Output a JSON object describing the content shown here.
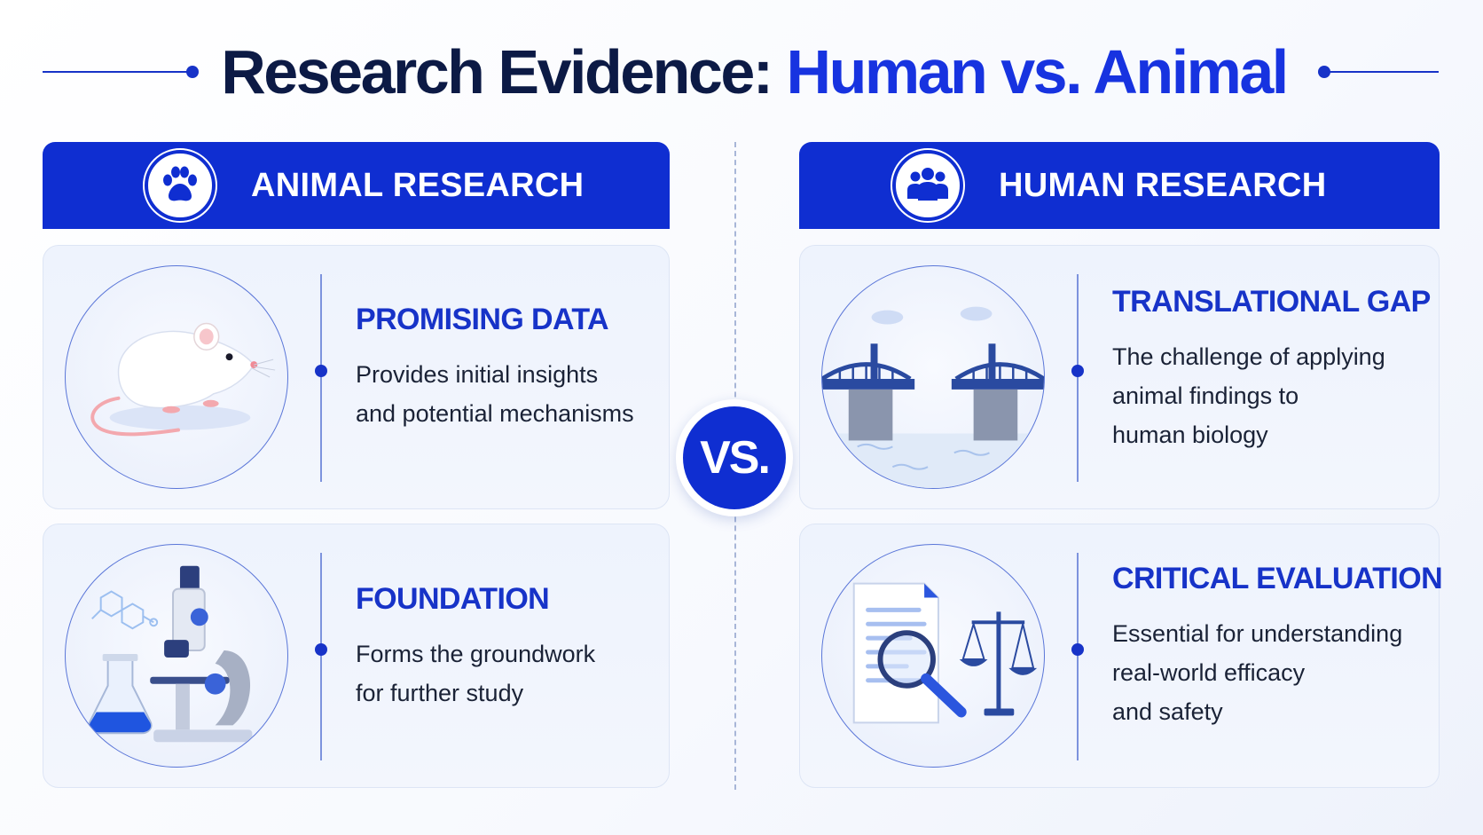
{
  "title": {
    "part1": "Research Evidence: ",
    "part2": "Human vs. Animal"
  },
  "columns": {
    "left": {
      "label": "ANIMAL RESEARCH",
      "icon": "paw-icon"
    },
    "right": {
      "label": "HUMAN RESEARCH",
      "icon": "people-group-icon"
    }
  },
  "vs_label": "VS.",
  "cards": {
    "promising": {
      "title": "PROMISING DATA",
      "line1": "Provides initial insights",
      "line2": "and potential mechanisms",
      "illustration": "mouse-icon"
    },
    "foundation": {
      "title": "FOUNDATION",
      "line1": "Forms the groundwork",
      "line2": "for further study",
      "illustration": "microscope-icon"
    },
    "translational": {
      "title": "TRANSLATIONAL GAP",
      "line1": "The challenge of applying",
      "line2": "animal findings to",
      "line3": "human biology",
      "illustration": "broken-bridge-icon"
    },
    "critical": {
      "title": "CRITICAL EVALUATION",
      "line1": "Essential for understanding",
      "line2": "real-world efficacy",
      "line3": "and safety",
      "illustration": "document-magnifier-scale-icon"
    }
  },
  "colors": {
    "primary": "#0f2ed1",
    "accent_text": "#1733c8",
    "title_dark": "#0c1a45",
    "card_bg": "#eef3fd",
    "body_text": "#1a2236"
  }
}
